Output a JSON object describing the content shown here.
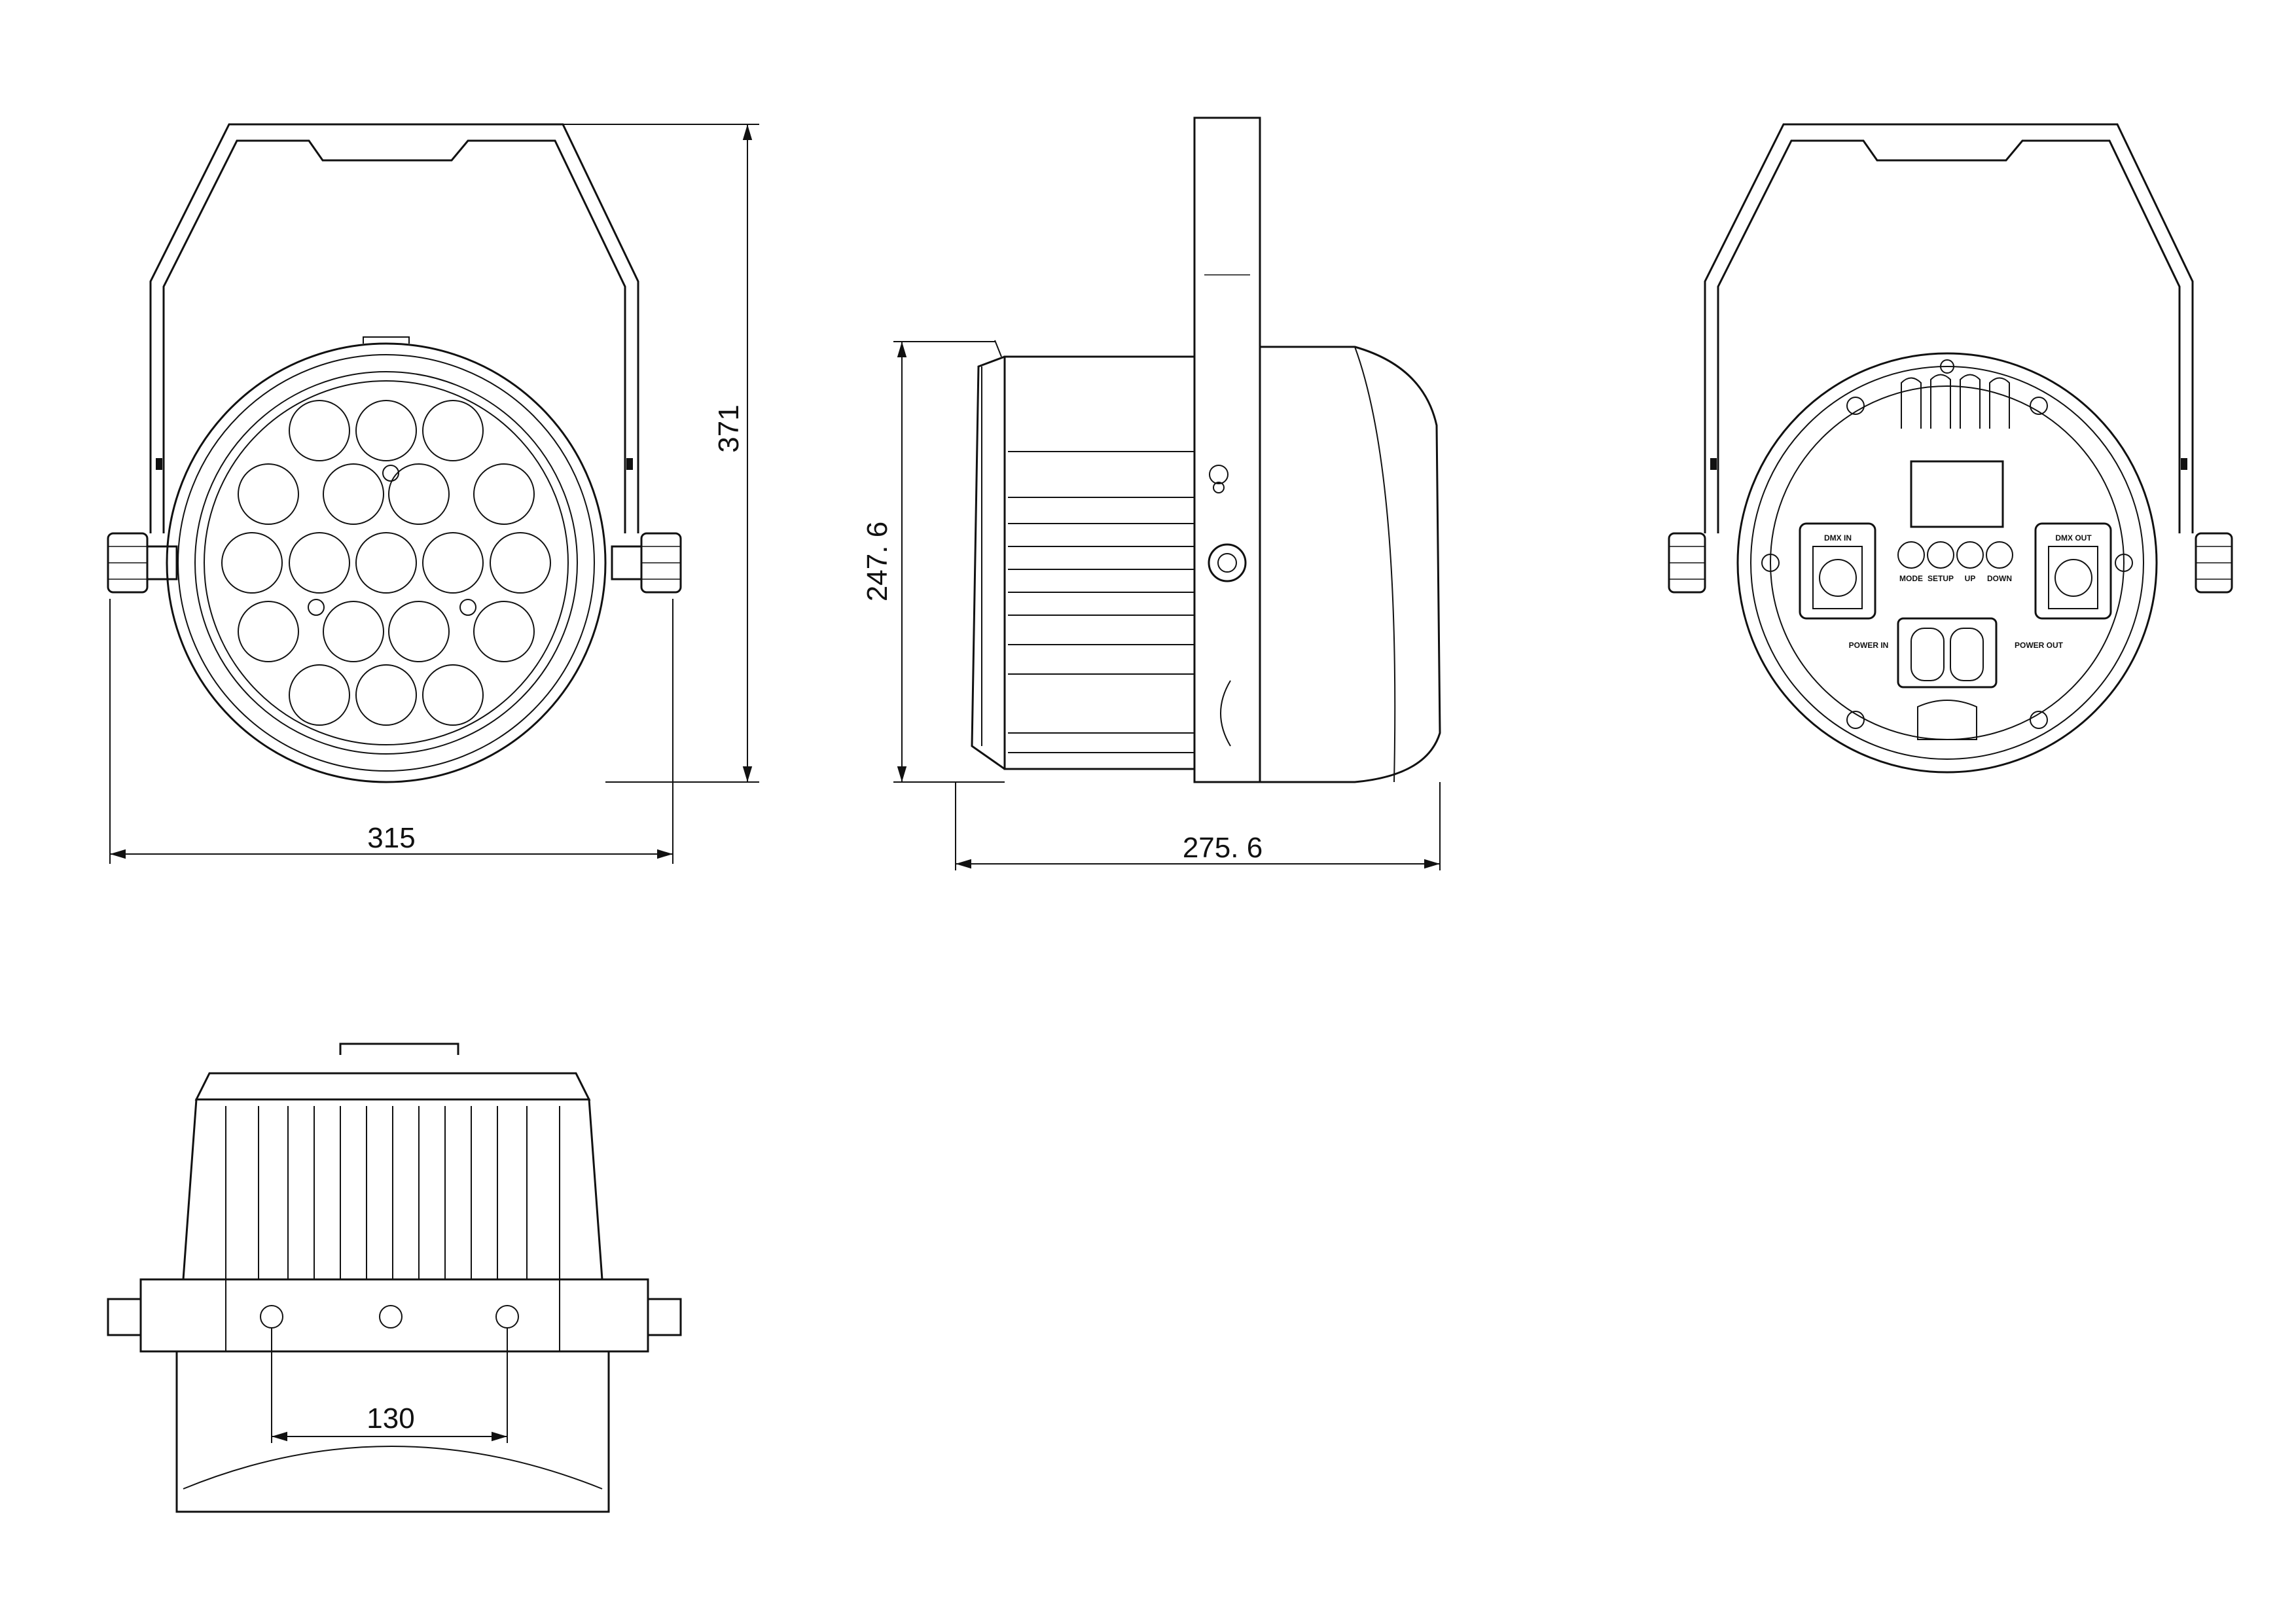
{
  "dimensions": {
    "front_width": "315",
    "front_height": "371",
    "side_height": "247. 6",
    "side_depth": "275. 6",
    "bottom_spacing": "130"
  },
  "rear_panel": {
    "dmx_in": "DMX IN",
    "dmx_out": "DMX OUT",
    "power_in": "POWER IN",
    "power_out": "POWER OUT",
    "buttons": [
      "MODE",
      "SETUP",
      "UP",
      "DOWN"
    ]
  }
}
